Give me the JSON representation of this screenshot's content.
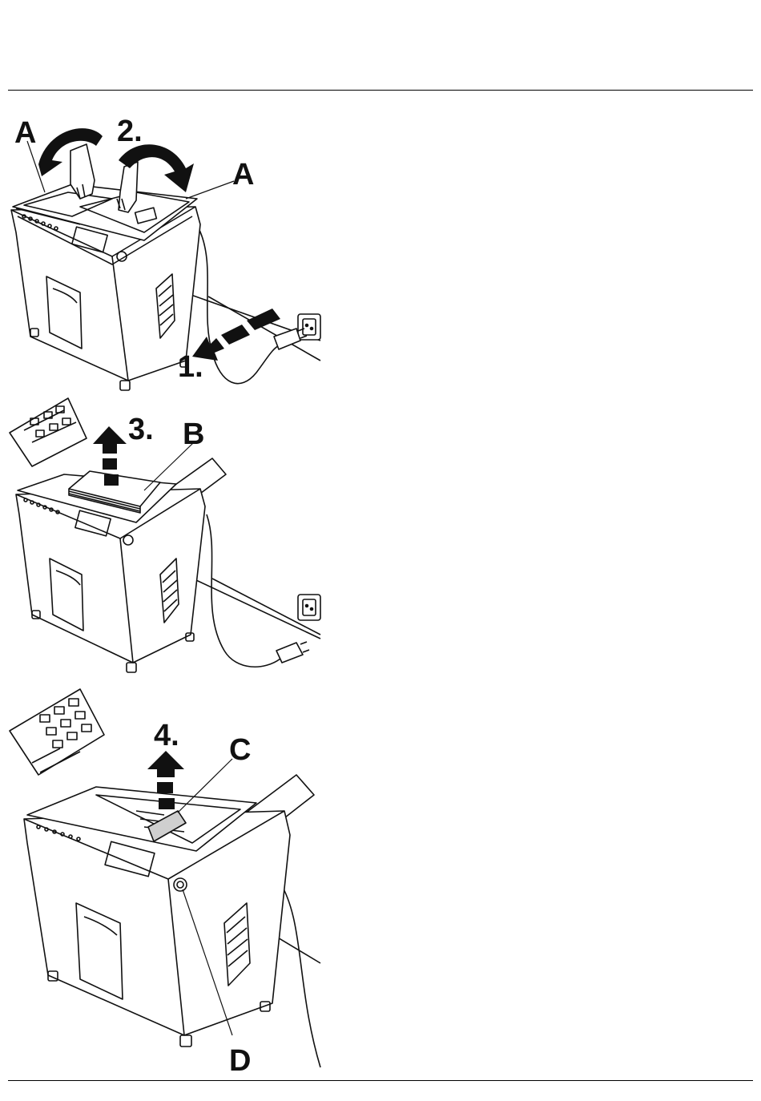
{
  "panel1": {
    "labels": {
      "a_left": "A",
      "a_right": "A"
    },
    "steps": {
      "one": "1.",
      "two": "2."
    }
  },
  "panel2": {
    "labels": {
      "b": "B"
    },
    "steps": {
      "three": "3."
    }
  },
  "panel3": {
    "labels": {
      "c": "C",
      "d": "D"
    },
    "steps": {
      "four": "4."
    }
  },
  "colors": {
    "ink": "#111111",
    "paper": "#ffffff",
    "shade": "#d9d9d9"
  }
}
